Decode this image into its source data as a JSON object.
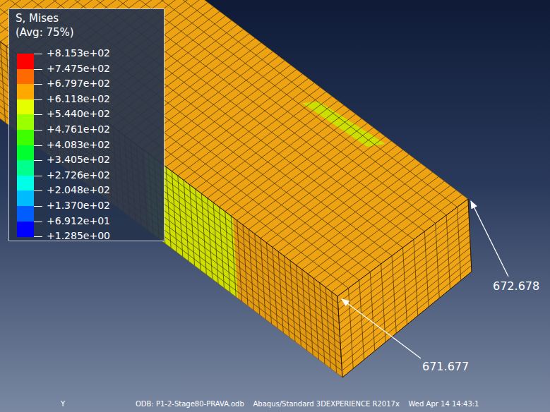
{
  "diagram": {
    "labels": [
      "S, Mises",
      "(Avg: 75%)",
      "+1.285e+00",
      "672.678",
      "671.677",
      "ODB: P1-2-Stage80-PRAVA.odb    Abaqus/Standard 3DEXPERIENCE R2017x    Wed Apr 14 14:43:1",
      "Y"
    ],
    "legend": [
      {
        "text": "+8.153e+02",
        "color": "#ff0000"
      },
      {
        "text": "+7.475e+02",
        "color": "#ff6a00"
      },
      {
        "text": "+6.797e+02",
        "color": "#ffa800"
      },
      {
        "text": "+6.118e+02",
        "color": "#e6ff00"
      },
      {
        "text": "+5.440e+02",
        "color": "#9cff00"
      },
      {
        "text": "+4.761e+02",
        "color": "#3eff00"
      },
      {
        "text": "+4.083e+02",
        "color": "#00ff2e"
      },
      {
        "text": "+3.405e+02",
        "color": "#00ff8c"
      },
      {
        "text": "+2.726e+02",
        "color": "#00ffe8"
      },
      {
        "text": "+2.048e+02",
        "color": "#00bcff"
      },
      {
        "text": "+1.370e+02",
        "color": "#005eff"
      },
      {
        "text": "+6.912e+01",
        "color": "#0000ff"
      }
    ]
  }
}
